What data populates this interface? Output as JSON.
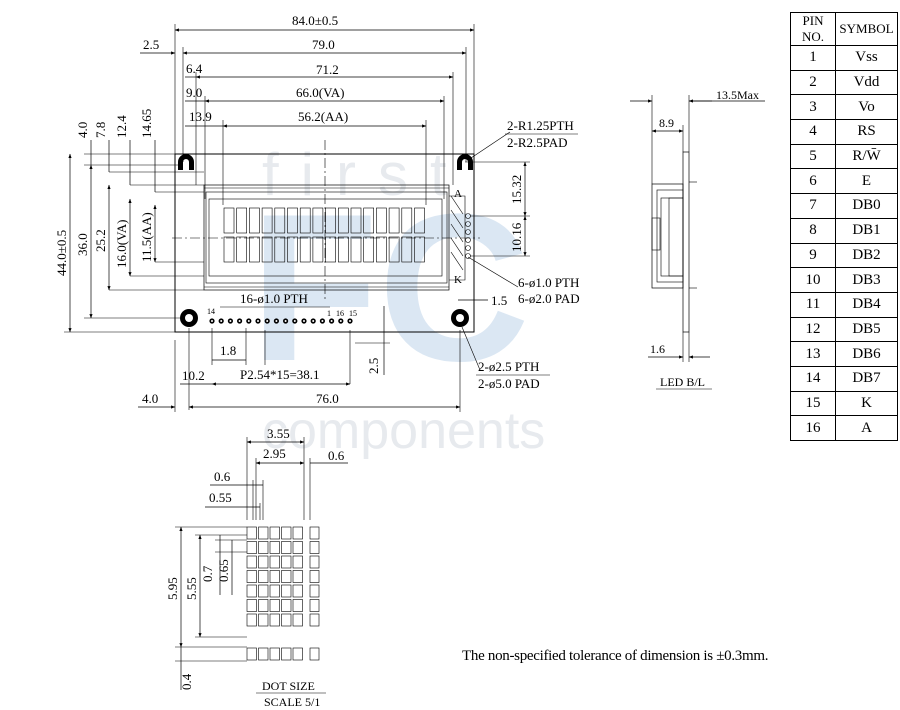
{
  "watermark": {
    "big": "FC",
    "top": "first",
    "bottom": "components"
  },
  "front_view": {
    "dims_top": [
      "84.0±0.5",
      "79.0",
      "71.2",
      "66.0(VA)",
      "56.2(AA)"
    ],
    "dims_left_offsets": [
      "2.5",
      "6.4",
      "9.0",
      "13.9"
    ],
    "dims_vertical": [
      "4.0",
      "7.8",
      "12.4",
      "14.65"
    ],
    "dims_height": [
      "44.0±0.5",
      "36.0",
      "25.2",
      "16.0(VA)",
      "11.5(AA)"
    ],
    "dims_right": [
      "15.32",
      "10.16",
      "1.5"
    ],
    "dims_bottom": [
      "1.8",
      "10.2",
      "P2.54*15=38.1",
      "2.5",
      "4.0",
      "76.0"
    ],
    "pin_labels": [
      "14",
      "1",
      "16",
      "15"
    ],
    "label_a": "A",
    "label_k": "K",
    "callouts": [
      "2-R1.25PTH",
      "2-R2.5PAD",
      "16-ø1.0 PTH",
      "6-ø1.0 PTH",
      "6-ø2.0 PAD",
      "2-ø2.5 PTH",
      "2-ø5.0 PAD"
    ]
  },
  "side_view": {
    "dims": [
      "13.5Max",
      "8.9",
      "1.6"
    ],
    "label": "LED B/L"
  },
  "dot_view": {
    "dims_top": [
      "3.55",
      "2.95",
      "0.6",
      "0.6",
      "0.55"
    ],
    "dims_left": [
      "5.95",
      "5.55",
      "0.7",
      "0.65",
      "0.4"
    ],
    "title": "DOT SIZE",
    "scale": "SCALE 5/1"
  },
  "pin_table": {
    "headers": [
      "PIN NO.",
      "SYMBOL"
    ],
    "rows": [
      [
        "1",
        "Vss"
      ],
      [
        "2",
        "Vdd"
      ],
      [
        "3",
        "Vo"
      ],
      [
        "4",
        "RS"
      ],
      [
        "5",
        "R/W̄"
      ],
      [
        "6",
        "E"
      ],
      [
        "7",
        "DB0"
      ],
      [
        "8",
        "DB1"
      ],
      [
        "9",
        "DB2"
      ],
      [
        "10",
        "DB3"
      ],
      [
        "11",
        "DB4"
      ],
      [
        "12",
        "DB5"
      ],
      [
        "13",
        "DB6"
      ],
      [
        "14",
        "DB7"
      ],
      [
        "15",
        "K"
      ],
      [
        "16",
        "A"
      ]
    ]
  },
  "note": "The non-specified tolerance of dimension is ±0.3mm."
}
